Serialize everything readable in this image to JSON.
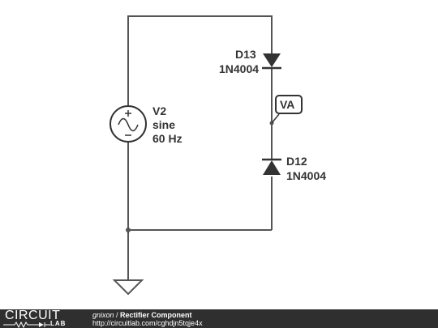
{
  "schematic": {
    "source": {
      "name": "V2",
      "type": "sine",
      "freq": "60 Hz"
    },
    "diode_top": {
      "name": "D13",
      "part": "1N4004"
    },
    "diode_bottom": {
      "name": "D12",
      "part": "1N4004"
    },
    "probe": {
      "label": "VA"
    }
  },
  "footer": {
    "logo_top": "CIRCUIT",
    "logo_bottom": "LAB",
    "user": "gnixon",
    "separator": " / ",
    "title": "Rectifier Component",
    "url": "http://circuitlab.com/cghdjn5tqje4x"
  },
  "colors": {
    "wire": "#555555",
    "component": "#333333",
    "footer_bg": "#2f2f2f",
    "probe_border": "#333333"
  }
}
